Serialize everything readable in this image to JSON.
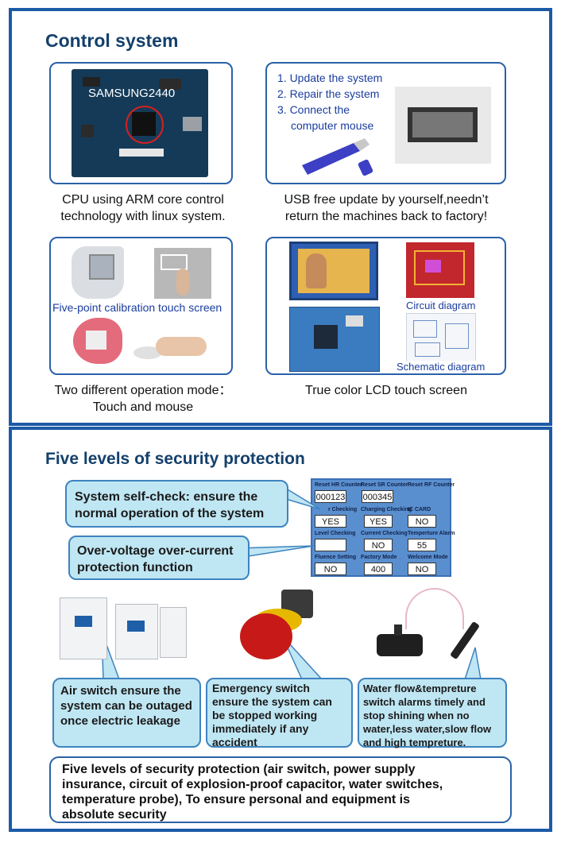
{
  "section1": {
    "title": "Control system",
    "cpu": {
      "chip_label": "SAMSUNG2440",
      "caption": [
        "CPU using  ARM core control",
        "technology with linux system."
      ]
    },
    "usb": {
      "steps": [
        "1. Update the system",
        "2. Repair the system",
        "3. Connect the",
        "computer mouse"
      ],
      "caption": [
        "USB free update by yourself,needn’t",
        "return the machines back to factory!"
      ]
    },
    "touch": {
      "label": "Five-point calibration touch screen",
      "caption": [
        "Two different operation mode：",
        "Touch and mouse"
      ]
    },
    "lcd": {
      "circuit_label": "Circuit diagram",
      "schematic_label": "Schematic diagram",
      "caption": "True color LCD touch screen"
    }
  },
  "section2": {
    "title": "Five levels of security protection",
    "bubble_selfcheck": [
      "System self-check: ensure the",
      "normal operation of the system"
    ],
    "bubble_overvoltage": [
      "Over-voltage over-current",
      "protection function"
    ],
    "panel": {
      "labels": [
        "Reset HR Counter",
        "Reset SR Counter",
        "Reset RF Counter",
        "r Checking",
        "Charging Checking",
        "IC CARD",
        "Level Checking",
        "Current Checking",
        "Temperture Alarm",
        "Fluence Setting",
        "Factory Mode",
        "Welcome Mode"
      ],
      "values": [
        "000123",
        "000345",
        "",
        "YES",
        "YES",
        "NO",
        "",
        "NO",
        "55",
        "NO",
        "400",
        "NO"
      ]
    },
    "bubble_air": [
      "Air switch ensure the",
      "system can be outaged",
      "once electric leakage"
    ],
    "bubble_emergency": [
      "Emergency switch",
      "ensure the system can",
      "be stopped working",
      "immediately if any",
      "accident"
    ],
    "bubble_water": [
      "Water flow&tempreture",
      "switch alarms timely and",
      "stop shining when no",
      "water,less water,slow flow",
      "and high tempreture."
    ],
    "note": [
      "Five levels of security protection (air switch, power supply",
      "insurance, circuit of explosion-proof capacitor, water switches,",
      "temperature probe), To ensure personal and equipment is",
      "absolute security"
    ]
  },
  "colors": {
    "frame": "#1c5aa6",
    "heading": "#14406c",
    "bubble": "#bfe6f3",
    "label": "#1a3d9e"
  }
}
